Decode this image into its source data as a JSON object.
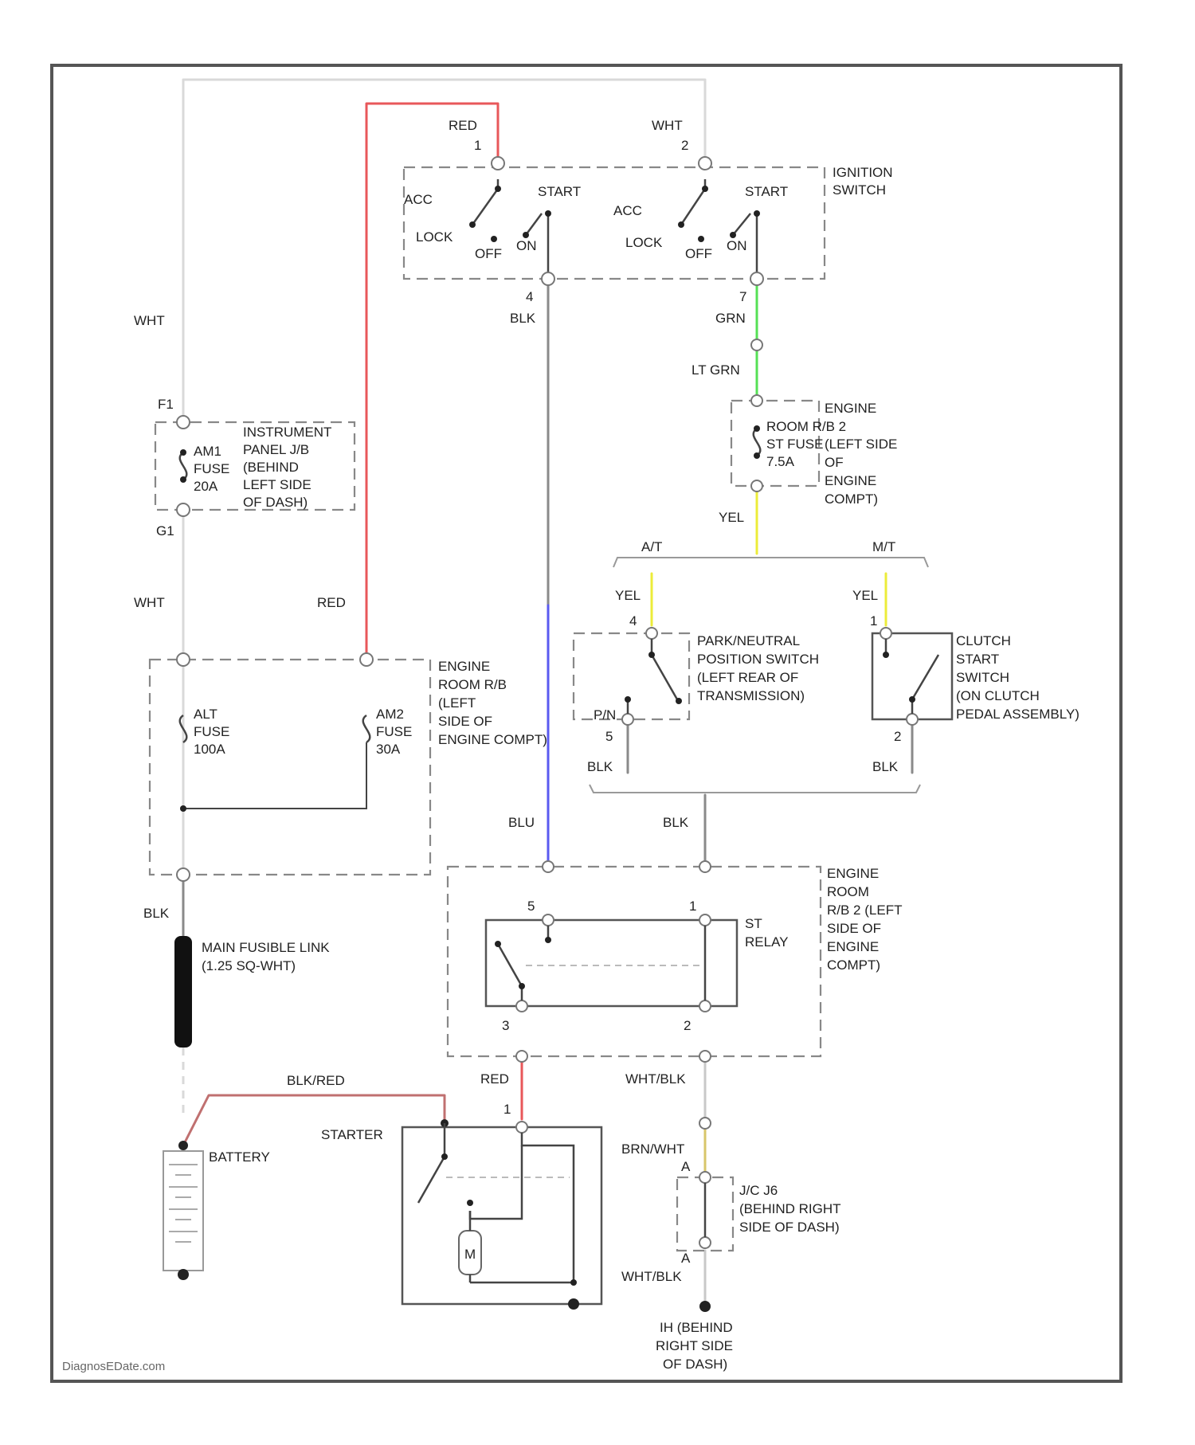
{
  "colors": {
    "border": "#555555",
    "wht": "#d9d9d9",
    "red": "#e8575a",
    "blk": "#8a8a8a",
    "blu": "#5a5af0",
    "grn": "#55e055",
    "yel": "#ecec3a",
    "brn_wht": "#d8c66a",
    "blu_red": "#c07070"
  },
  "ignition_switch": {
    "label_1": "IGNITION",
    "label_2": "SWITCH",
    "pos_acc": "ACC",
    "pos_lock": "LOCK",
    "pos_off": "OFF",
    "pos_on": "ON",
    "pos_start": "START",
    "pin_1": "1",
    "pin_2": "2",
    "pin_4": "4",
    "pin_7": "7",
    "wire_red": "RED",
    "wire_wht": "WHT"
  },
  "left_wires": {
    "wht_upper": "WHT",
    "wht_lower": "WHT",
    "red": "RED",
    "blk": "BLK",
    "pin_f1": "F1",
    "pin_g1": "G1"
  },
  "instrument_jb": {
    "fuse_1": "AM1",
    "fuse_2": "FUSE",
    "fuse_3": "20A",
    "label_1": "INSTRUMENT",
    "label_2": "PANEL J/B",
    "label_3": "(BEHIND",
    "label_4": "LEFT SIDE",
    "label_5": "OF DASH)"
  },
  "engine_rb": {
    "alt_1": "ALT",
    "alt_2": "FUSE",
    "alt_3": "100A",
    "am2_1": "AM2",
    "am2_2": "FUSE",
    "am2_3": "30A",
    "label_1": "ENGINE",
    "label_2": "ROOM R/B",
    "label_3": "(LEFT",
    "label_4": "SIDE OF",
    "label_5": "ENGINE COMPT)"
  },
  "fusible_link": {
    "label_1": "MAIN FUSIBLE LINK",
    "label_2": "(1.25 SQ-WHT)"
  },
  "battery": {
    "label": "BATTERY",
    "wire": "BLK/RED"
  },
  "center_wires": {
    "blk": "BLK",
    "blu": "BLU",
    "blk_right": "BLK",
    "grn": "GRN",
    "lt_grn": "LT GRN",
    "yel": "YEL",
    "red": "RED",
    "wht_blk": "WHT/BLK",
    "brn_wht": "BRN/WHT",
    "wht_blk_lower": "WHT/BLK"
  },
  "engine_rb2_fuse": {
    "fuse_1": "ROOM R/B 2",
    "fuse_2": "ST FUSE",
    "fuse_3": "7.5A",
    "label_1": "ENGINE",
    "label_2": "(LEFT SIDE",
    "label_3": "OF",
    "label_4": "ENGINE",
    "label_5": "COMPT)"
  },
  "transmission": {
    "at": "A/T",
    "mt": "M/T",
    "yel_left": "YEL",
    "yel_right": "YEL",
    "blk_left": "BLK",
    "blk_right": "BLK",
    "pin_4": "4",
    "pin_5": "5",
    "pin_1": "1",
    "pin_2": "2",
    "pn": "P/N"
  },
  "park_neutral": {
    "label_1": "PARK/NEUTRAL",
    "label_2": "POSITION SWITCH",
    "label_3": "(LEFT REAR OF",
    "label_4": "TRANSMISSION)"
  },
  "clutch": {
    "label_1": "CLUTCH",
    "label_2": "START",
    "label_3": "SWITCH",
    "label_4": "(ON CLUTCH",
    "label_5": "PEDAL ASSEMBLY)"
  },
  "st_relay": {
    "label_1": "ST",
    "label_2": "RELAY",
    "rb_1": "ENGINE",
    "rb_2": "ROOM",
    "rb_3": "R/B 2 (LEFT",
    "rb_4": "SIDE OF",
    "rb_5": "ENGINE",
    "rb_6": "COMPT)",
    "pin_5": "5",
    "pin_1": "1",
    "pin_3": "3",
    "pin_2": "2"
  },
  "starter": {
    "label": "STARTER",
    "pin": "1",
    "motor": "M"
  },
  "junction": {
    "label_1": "J/C J6",
    "label_2": "(BEHIND RIGHT",
    "label_3": "SIDE OF DASH)",
    "pin_a_top": "A",
    "pin_a_bot": "A"
  },
  "ground": {
    "label_1": "IH (BEHIND",
    "label_2": "RIGHT SIDE",
    "label_3": "OF DASH)"
  },
  "watermark": "DiagnosEDate.com"
}
